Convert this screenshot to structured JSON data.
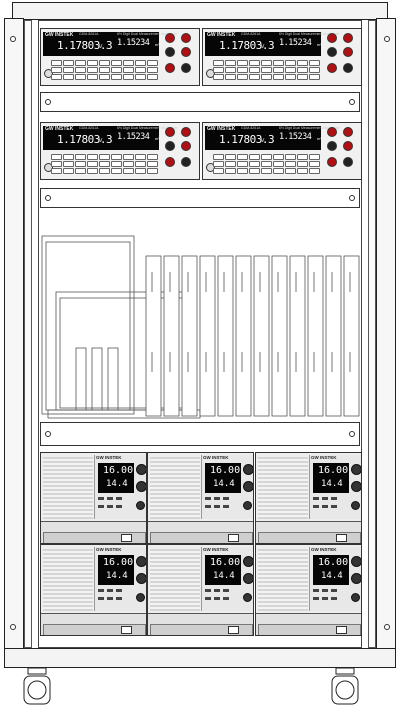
{
  "dmm_units": [
    {
      "brand": "GW INSTEK",
      "model": "GDM-8261A",
      "title": "6½ Digit Dual Measurement Multimeter",
      "main": "1.17803.3",
      "main_unit": "V",
      "sub": "1.15234",
      "sub_unit": "mV"
    },
    {
      "brand": "GW INSTEK",
      "model": "GDM-8261A",
      "title": "6½ Digit Dual Measurement Multimeter",
      "main": "1.17803.3",
      "main_unit": "V",
      "sub": "1.15234",
      "sub_unit": "mV"
    },
    {
      "brand": "GW INSTEK",
      "model": "GDM-8261A",
      "title": "6½ Digit Dual Measurement Multimeter",
      "main": "1.17803.3",
      "main_unit": "V",
      "sub": "1.15234",
      "sub_unit": "mV"
    },
    {
      "brand": "GW INSTEK",
      "model": "GDM-8261A",
      "title": "6½ Digit Dual Measurement Multimeter",
      "main": "1.17803.3",
      "main_unit": "V",
      "sub": "1.15234",
      "sub_unit": "mV"
    }
  ],
  "psu_units": [
    {
      "brand": "GW INSTEK",
      "voltage": "16.00",
      "current": "14.4"
    },
    {
      "brand": "GW INSTEK",
      "voltage": "16.00",
      "current": "14.4"
    },
    {
      "brand": "GW INSTEK",
      "voltage": "16.00",
      "current": "14.4"
    },
    {
      "brand": "GW INSTEK",
      "voltage": "16.00",
      "current": "14.4"
    },
    {
      "brand": "GW INSTEK",
      "voltage": "16.00",
      "current": "14.4"
    },
    {
      "brand": "GW INSTEK",
      "voltage": "16.00",
      "current": "14.4"
    }
  ],
  "colors": {
    "frame": "#222222",
    "display": "#050505",
    "terminal_red": "#b01010"
  }
}
